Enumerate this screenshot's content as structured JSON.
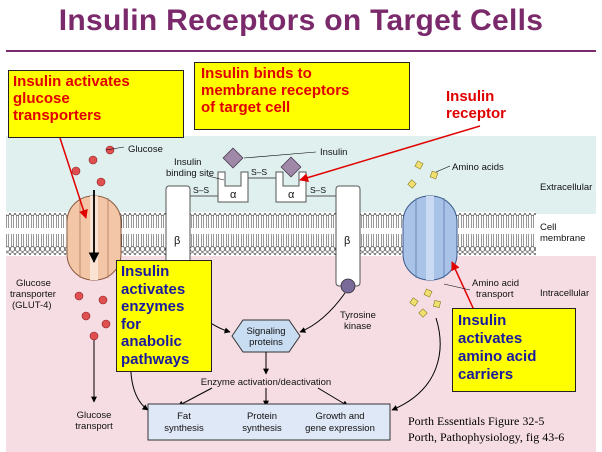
{
  "title": "Insulin Receptors on Target Cells",
  "callouts": {
    "glucose_transporters": [
      "Insulin activates",
      "glucose",
      "transporters"
    ],
    "binds": [
      "Insulin binds to",
      "membrane receptors",
      "of target cell"
    ],
    "receptor": [
      "Insulin",
      "receptor"
    ],
    "enzymes": [
      "Insulin",
      "activates",
      "enzymes",
      "for",
      "anabolic",
      "pathways"
    ],
    "amino_carriers": [
      "Insulin",
      "activates",
      "amino acid",
      "carriers"
    ]
  },
  "labels": {
    "glucose": "Glucose",
    "insulin": "Insulin",
    "binding_site_1": "Insulin",
    "binding_site_2": "binding site",
    "alpha": "α",
    "beta": "β",
    "s_s": "S–S",
    "amino_acids": "Amino acids",
    "extracellular": "Extracellular",
    "cell_membrane_1": "Cell",
    "cell_membrane_2": "membrane",
    "intracellular": "Intracellular",
    "glut_1": "Glucose",
    "glut_2": "transporter",
    "glut_3": "(GLUT-4)",
    "aa_transport_1": "Amino acid",
    "aa_transport_2": "transport",
    "tyrosine_1": "Tyrosine",
    "tyrosine_2": "kinase",
    "signaling_1": "Signaling",
    "signaling_2": "proteins",
    "enzyme_activation": "Enzyme activation/deactivation",
    "glucose_transport_1": "Glucose",
    "glucose_transport_2": "transport",
    "fat_1": "Fat",
    "fat_2": "synthesis",
    "protein_1": "Protein",
    "protein_2": "synthesis",
    "growth_1": "Growth and",
    "growth_2": "gene expression"
  },
  "citations": [
    "Porth Essentials Figure 32-5",
    "Porth, Pathophysiology, fig 43-6"
  ],
  "colors": {
    "title": "#7a2a6a",
    "extracellular_bg": "#dff0ef",
    "intracellular_bg": "#f6dde4",
    "callout_bg": "#ffff00",
    "callout_red": "#e00000",
    "callout_blue": "#1a1aa0",
    "glucose_transporter": "#f4c6a8",
    "amino_transporter": "#a9c2e8",
    "glucose_dot": "#e05050",
    "amino_dot": "#f0e070",
    "insulin_diamond": "#a089a8"
  }
}
